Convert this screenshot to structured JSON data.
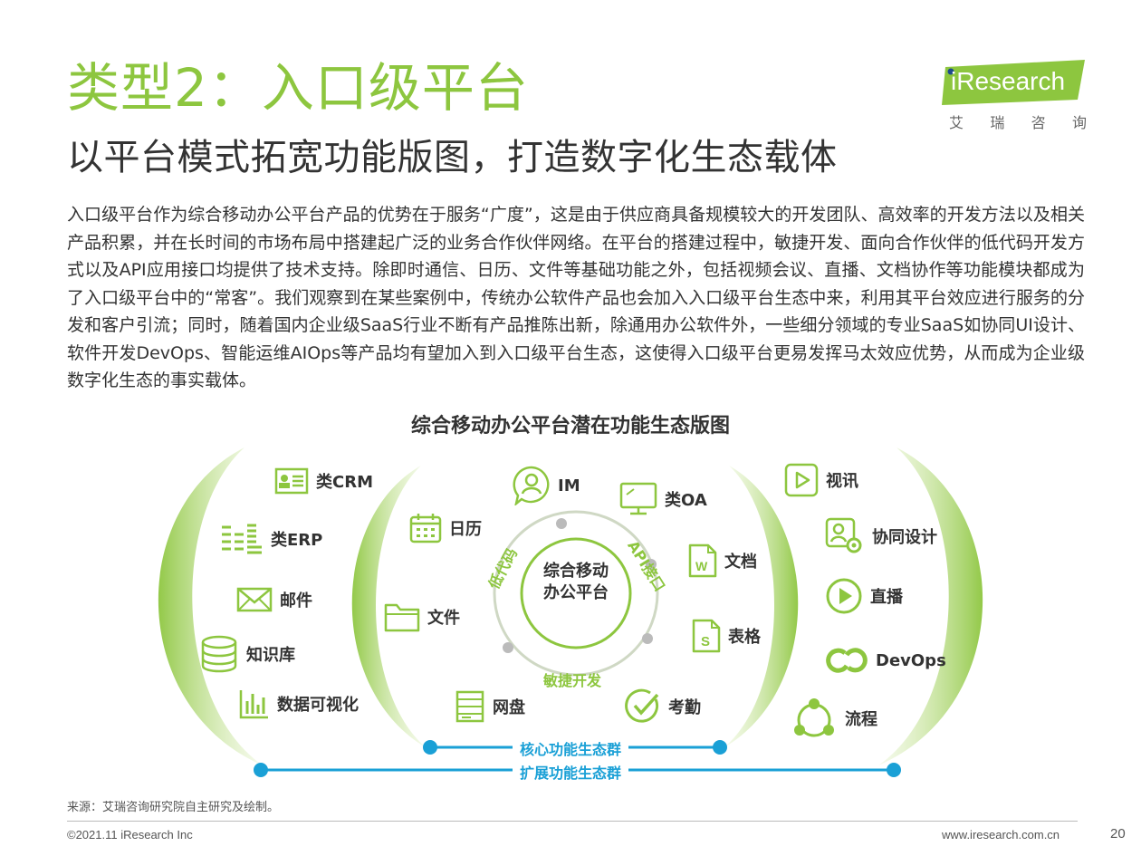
{
  "header": {
    "title": "类型2：入口级平台",
    "subtitle": "以平台模式拓宽功能版图，打造数字化生态载体"
  },
  "logo": {
    "brand": "iResearch",
    "sub": [
      "艾",
      "瑞",
      "咨",
      "询"
    ]
  },
  "body": {
    "paragraph": "入口级平台作为综合移动办公平台产品的优势在于服务“广度”，这是由于供应商具备规模较大的开发团队、高效率的开发方法以及相关产品积累，并在长时间的市场布局中搭建起广泛的业务合作伙伴网络。在平台的搭建过程中，敏捷开发、面向合作伙伴的低代码开发方式以及API应用接口均提供了技术支持。除即时通信、日历、文件等基础功能之外，包括视频会议、直播、文档协作等功能模块都成为了入口级平台中的“常客”。我们观察到在某些案例中，传统办公软件产品也会加入入口级平台生态中来，利用其平台效应进行服务的分发和客户引流；同时，随着国内企业级SaaS行业不断有产品推陈出新，除通用办公软件外，一些细分领域的专业SaaS如协同UI设计、软件开发DevOps、智能运维AIOps等产品均有望加入到入口级平台生态，这使得入口级平台更易发挥马太效应优势，从而成为企业级数字化生态的事实载体。"
  },
  "diagram": {
    "title": "综合移动办公平台潜在功能生态版图",
    "center": [
      "综合移动",
      "办公平台"
    ],
    "ring_labels": {
      "low_code": "低代码",
      "api": "API接口",
      "agile": "敏捷开发"
    },
    "left_outer": [
      "类CRM",
      "类ERP",
      "邮件",
      "知识库",
      "数据可视化"
    ],
    "left_inner": [
      "日历",
      "文件",
      "网盘"
    ],
    "top": [
      "IM",
      "类OA"
    ],
    "right_inner": [
      "文档",
      "表格",
      "考勤"
    ],
    "right_outer": [
      "视讯",
      "协同设计",
      "直播",
      "DevOps",
      "流程"
    ],
    "core_label": "核心功能生态群",
    "ext_label": "扩展功能生态群",
    "colors": {
      "green": "#8dc63f",
      "light_green": "#d4e8a8",
      "blue": "#1aa0d6"
    }
  },
  "footer": {
    "source": "来源：艾瑞咨询研究院自主研究及绘制。",
    "copyright": "©2021.11 iResearch Inc",
    "site": "www.iresearch.com.cn",
    "page": "20"
  }
}
